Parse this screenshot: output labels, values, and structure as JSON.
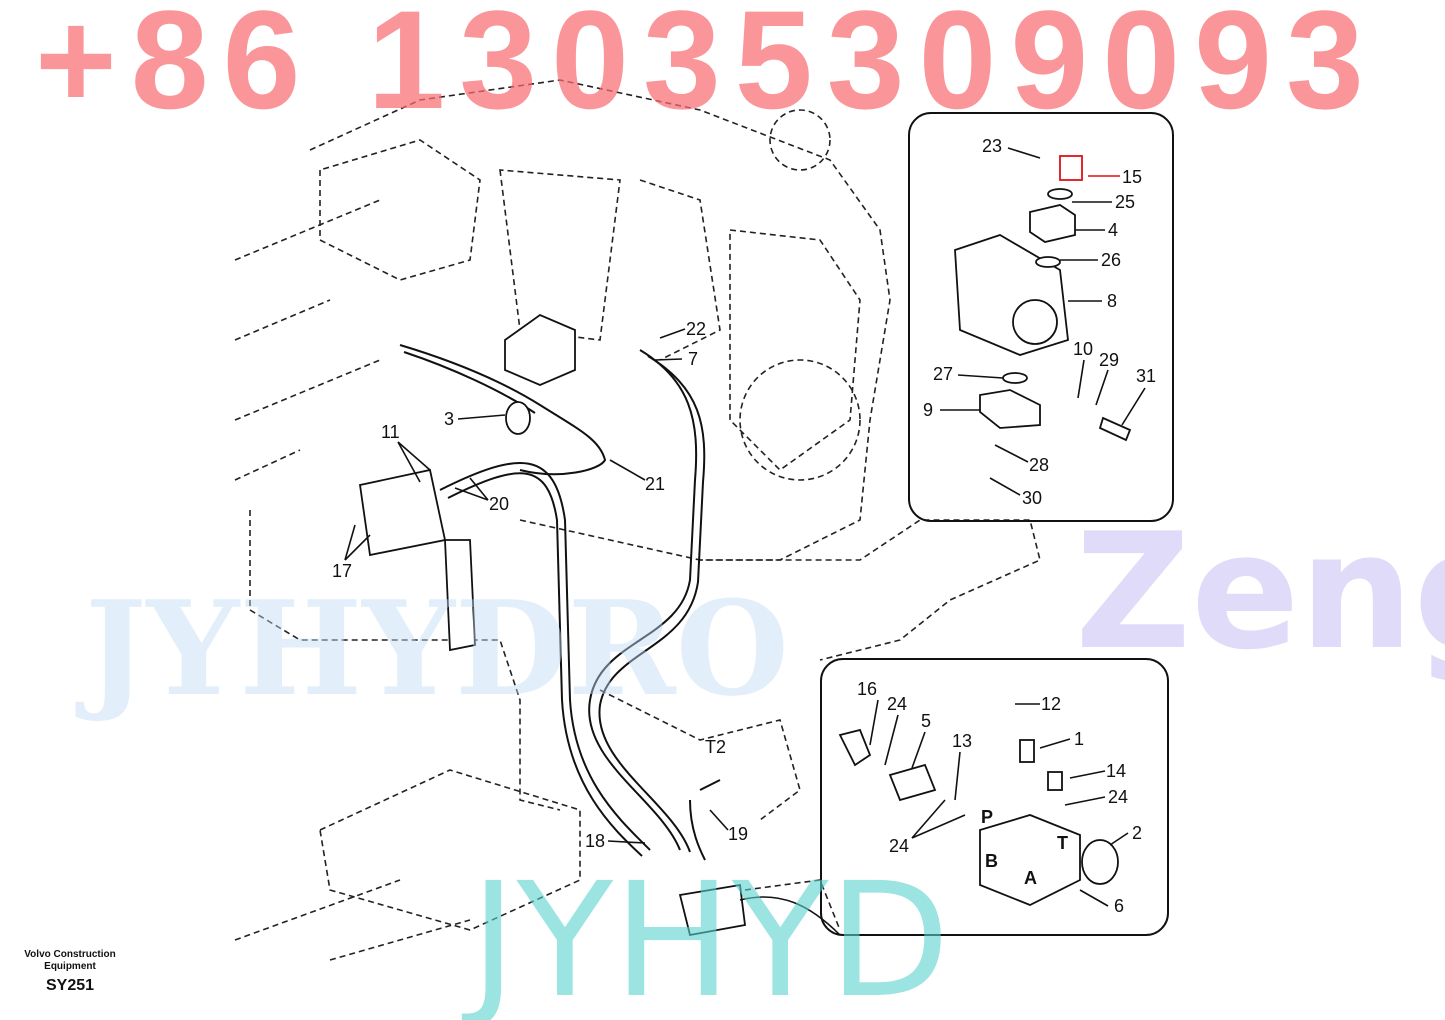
{
  "footer": {
    "maker": "Volvo Construction Equipment",
    "code": "SY251"
  },
  "watermarks": {
    "phone": "+86 13035309093",
    "brand1": "JYHYDRO",
    "brand2": "Zeng",
    "brand3": "JYHYD"
  },
  "colors": {
    "phone_watermark": "#f86e73",
    "callout_highlight": "#e0101a",
    "brand3_watermark": "#5ad2cd",
    "line": "#111111"
  },
  "main_labels": [
    "22",
    "7",
    "3",
    "11",
    "20",
    "21",
    "17",
    "18",
    "19",
    "T2"
  ],
  "inset_motor_labels": [
    "23",
    "15",
    "25",
    "4",
    "26",
    "8",
    "10",
    "29",
    "31",
    "27",
    "9",
    "28",
    "30"
  ],
  "inset_valve_labels": [
    "16",
    "24",
    "5",
    "12",
    "1",
    "13",
    "14",
    "24",
    "2",
    "24",
    "P",
    "T",
    "B",
    "A",
    "6"
  ]
}
